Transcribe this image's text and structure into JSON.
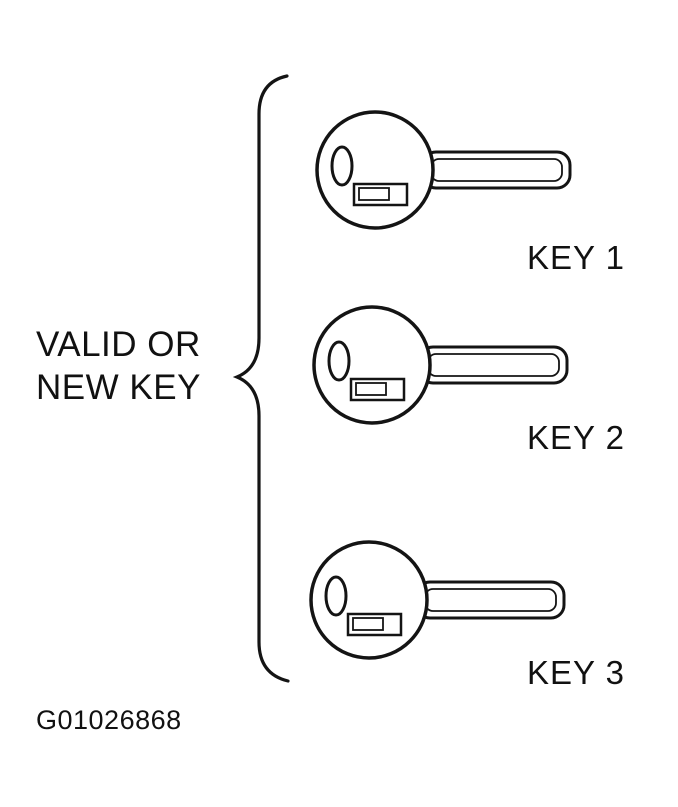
{
  "figure": {
    "group_label": {
      "line1": "VALID OR",
      "line2": "NEW KEY"
    },
    "keys": [
      {
        "label": "KEY 1"
      },
      {
        "label": "KEY 2"
      },
      {
        "label": "KEY 3"
      }
    ],
    "figure_id": "G01026868",
    "colors": {
      "ink": "#141414",
      "background": "#ffffff"
    }
  }
}
